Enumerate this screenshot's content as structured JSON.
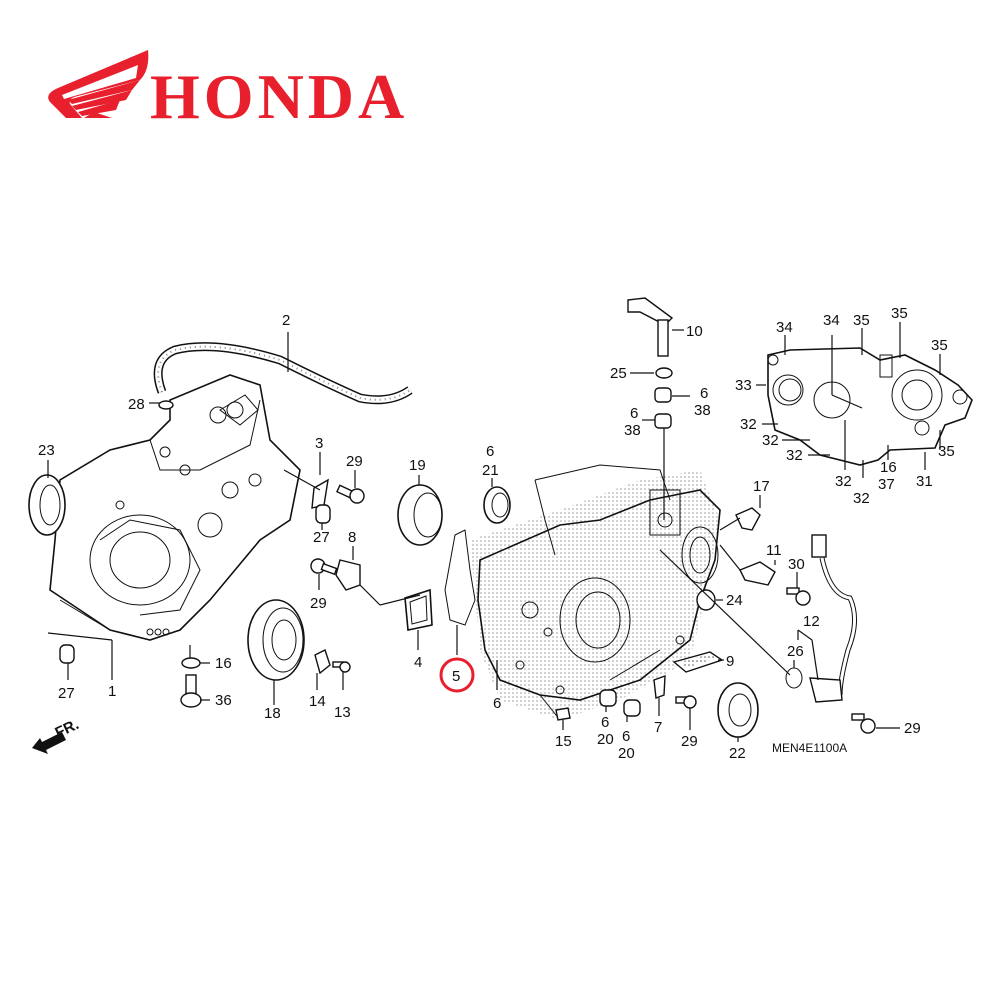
{
  "brand": {
    "name": "HONDA",
    "color": "#E8202E"
  },
  "diagram": {
    "code": "MEN4E1100A",
    "direction_label": "FR.",
    "highlight": {
      "ref": "5",
      "color": "#E8202E"
    },
    "callouts": [
      {
        "id": "c1",
        "ref": "1"
      },
      {
        "id": "c2",
        "ref": "2"
      },
      {
        "id": "c3",
        "ref": "3"
      },
      {
        "id": "c4",
        "ref": "4"
      },
      {
        "id": "c5",
        "ref": "5"
      },
      {
        "id": "c6a",
        "ref": "6"
      },
      {
        "id": "c7",
        "ref": "7"
      },
      {
        "id": "c8",
        "ref": "8"
      },
      {
        "id": "c9",
        "ref": "9"
      },
      {
        "id": "c10",
        "ref": "10"
      },
      {
        "id": "c11",
        "ref": "11"
      },
      {
        "id": "c12",
        "ref": "12"
      },
      {
        "id": "c13",
        "ref": "13"
      },
      {
        "id": "c14",
        "ref": "14"
      },
      {
        "id": "c15",
        "ref": "15"
      },
      {
        "id": "c16a",
        "ref": "16"
      },
      {
        "id": "c16b",
        "ref": "16"
      },
      {
        "id": "c17",
        "ref": "17"
      },
      {
        "id": "c18",
        "ref": "18"
      },
      {
        "id": "c19",
        "ref": "19"
      },
      {
        "id": "c20a",
        "ref": "20"
      },
      {
        "id": "c20b",
        "ref": "20"
      },
      {
        "id": "c21",
        "ref": "21"
      },
      {
        "id": "c22",
        "ref": "22"
      },
      {
        "id": "c23",
        "ref": "23"
      },
      {
        "id": "c24",
        "ref": "24"
      },
      {
        "id": "c25",
        "ref": "25"
      },
      {
        "id": "c26",
        "ref": "26"
      },
      {
        "id": "c27a",
        "ref": "27"
      },
      {
        "id": "c27b",
        "ref": "27"
      },
      {
        "id": "c28",
        "ref": "28"
      },
      {
        "id": "c29a",
        "ref": "29"
      },
      {
        "id": "c29b",
        "ref": "29"
      },
      {
        "id": "c29c",
        "ref": "29"
      },
      {
        "id": "c29d",
        "ref": "29"
      },
      {
        "id": "c30",
        "ref": "30"
      },
      {
        "id": "c31",
        "ref": "31"
      },
      {
        "id": "c32a",
        "ref": "32"
      },
      {
        "id": "c32b",
        "ref": "32"
      },
      {
        "id": "c32c",
        "ref": "32"
      },
      {
        "id": "c32d",
        "ref": "32"
      },
      {
        "id": "c32e",
        "ref": "32"
      },
      {
        "id": "c33",
        "ref": "33"
      },
      {
        "id": "c34a",
        "ref": "34"
      },
      {
        "id": "c34b",
        "ref": "34"
      },
      {
        "id": "c35a",
        "ref": "35"
      },
      {
        "id": "c35b",
        "ref": "35"
      },
      {
        "id": "c35c",
        "ref": "35"
      },
      {
        "id": "c35d",
        "ref": "35"
      },
      {
        "id": "c36",
        "ref": "36"
      },
      {
        "id": "c37",
        "ref": "37"
      },
      {
        "id": "c38a",
        "ref": "38"
      },
      {
        "id": "c38b",
        "ref": "38"
      },
      {
        "id": "c6b",
        "ref": "6"
      },
      {
        "id": "c6c",
        "ref": "6"
      },
      {
        "id": "c6d",
        "ref": "6"
      },
      {
        "id": "c6e",
        "ref": "6"
      },
      {
        "id": "c6f",
        "ref": "6"
      }
    ]
  }
}
